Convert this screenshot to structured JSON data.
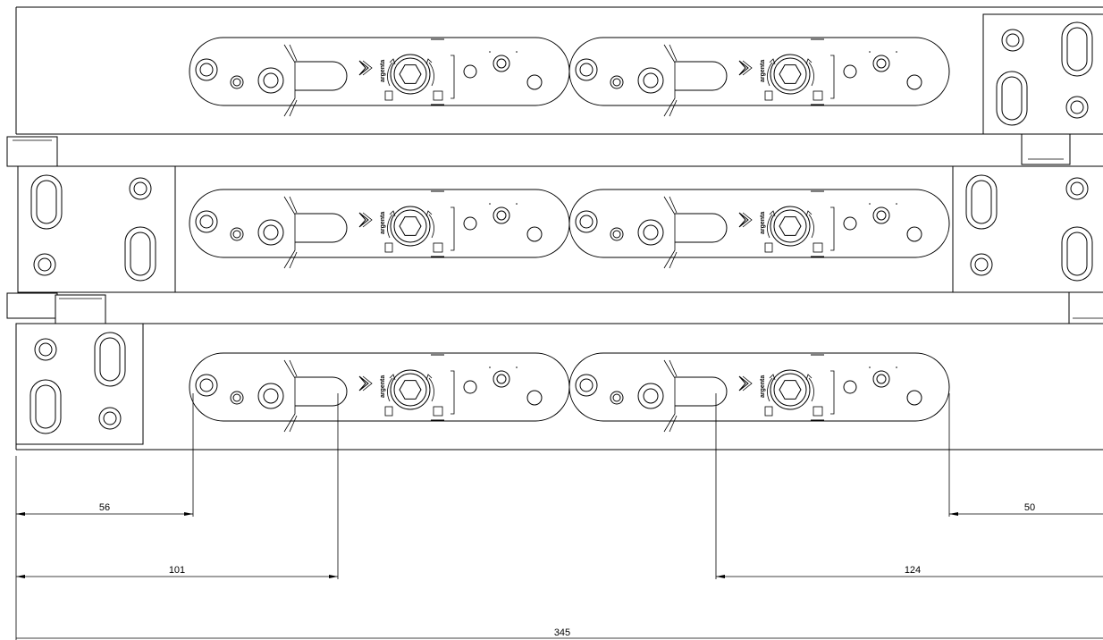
{
  "drawing": {
    "brand_label": "argenta",
    "rows": [
      {
        "id": "top"
      },
      {
        "id": "middle"
      },
      {
        "id": "bottom"
      }
    ],
    "dimensions": [
      {
        "id": "dim-56",
        "label": "56"
      },
      {
        "id": "dim-101",
        "label": "101"
      },
      {
        "id": "dim-50",
        "label": "50"
      },
      {
        "id": "dim-124",
        "label": "124"
      },
      {
        "id": "dim-345",
        "label": "345"
      }
    ]
  }
}
